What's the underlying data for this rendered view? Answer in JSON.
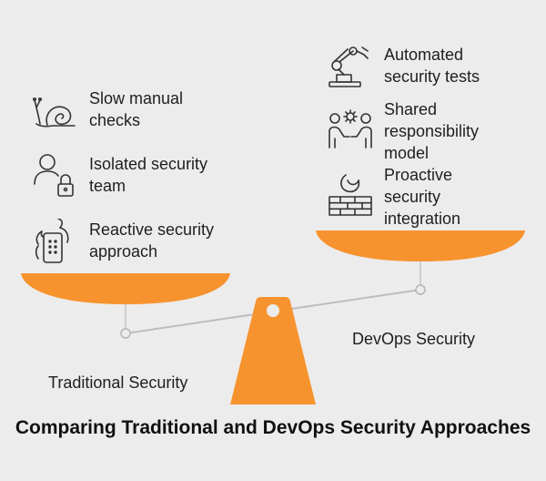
{
  "title": "Comparing Traditional and DevOps Security Approaches",
  "left_side": {
    "label": "Traditional Security",
    "items": [
      {
        "text": "Slow manual\nchecks",
        "icon": "snail-icon"
      },
      {
        "text": "Isolated security\nteam",
        "icon": "user-lock-icon"
      },
      {
        "text": "Reactive security\napproach",
        "icon": "phone-fire-icon"
      }
    ]
  },
  "right_side": {
    "label": "DevOps Security",
    "items": [
      {
        "text": "Automated\nsecurity tests",
        "icon": "robot-arm-icon"
      },
      {
        "text": "Shared\nresponsibility\nmodel",
        "icon": "team-gear-icon"
      },
      {
        "text": "Proactive\nsecurity\nintegration",
        "icon": "firewall-icon"
      }
    ]
  },
  "colors": {
    "pan": "#f7932e",
    "beam": "#bdbdbd",
    "background": "#ececec",
    "icon_stroke": "#333333"
  }
}
